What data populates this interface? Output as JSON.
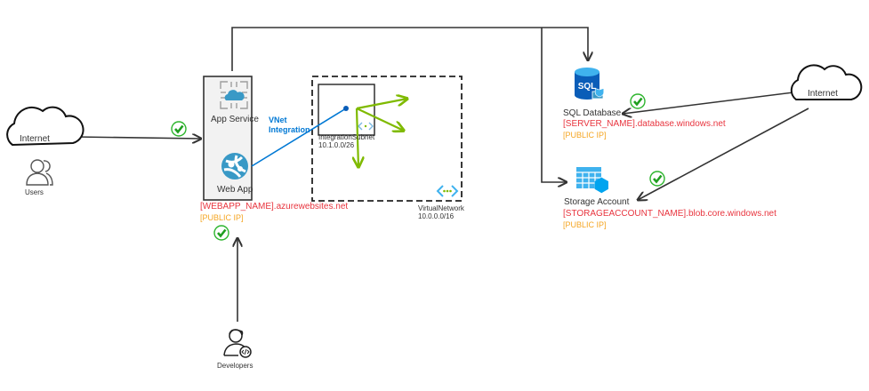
{
  "colors": {
    "line": "#333333",
    "endpoint_text": "#e8343e",
    "public_ip_text": "#f5a623",
    "vnet_link": "#0078d4",
    "route_arrows": "#7fba00",
    "check_green": "#2db52d",
    "azure_blue": "#3999c6",
    "container_fill": "#f2f2f2"
  },
  "nodes": {
    "internet_left": {
      "label": "Internet",
      "icon": "cloud-icon"
    },
    "users": {
      "label": "Users",
      "icon": "users-icon"
    },
    "app_service": {
      "label": "App Service",
      "icon": "app-service-icon"
    },
    "web_app": {
      "label": "Web App",
      "icon": "web-app-icon",
      "endpoint": "[WEBAPP_NAME].azurewebsites.net",
      "public_ip": "[PUBLIC IP]"
    },
    "vnet_integration": {
      "label_line1": "VNet",
      "label_line2": "Integration"
    },
    "integration_subnet": {
      "label": "IntegrationSubnet",
      "cidr": "10.1.0.0/26",
      "icon": "subnet-icon"
    },
    "virtual_network": {
      "label": "VirtualNetwork",
      "cidr": "10.0.0.0/16",
      "icon": "vnet-icon"
    },
    "sql_database": {
      "label": "SQL Database",
      "icon": "sql-database-icon",
      "icon_text": "SQL",
      "endpoint": "[SERVER_NAME].database.windows.net",
      "public_ip": "[PUBLIC IP]"
    },
    "storage_account": {
      "label": "Storage Account",
      "icon": "storage-account-icon",
      "endpoint": "[STORAGEACCOUNT_NAME].blob.core.windows.net",
      "public_ip": "[PUBLIC IP]"
    },
    "internet_right": {
      "label": "Internet",
      "icon": "cloud-icon"
    },
    "developers": {
      "label": "Developers",
      "icon": "developer-icon"
    }
  },
  "connections": [
    {
      "from": "internet_left",
      "to": "app_service",
      "allowed": true
    },
    {
      "from": "app_service",
      "to": "sql_database",
      "allowed": true
    },
    {
      "from": "app_service",
      "to": "storage_account",
      "allowed": true
    },
    {
      "from": "web_app",
      "to": "integration_subnet",
      "type": "vnet-integration"
    },
    {
      "from": "internet_right",
      "to": "sql_database",
      "allowed": true
    },
    {
      "from": "internet_right",
      "to": "storage_account",
      "allowed": true
    },
    {
      "from": "developers",
      "to": "web_app",
      "allowed": true
    }
  ]
}
